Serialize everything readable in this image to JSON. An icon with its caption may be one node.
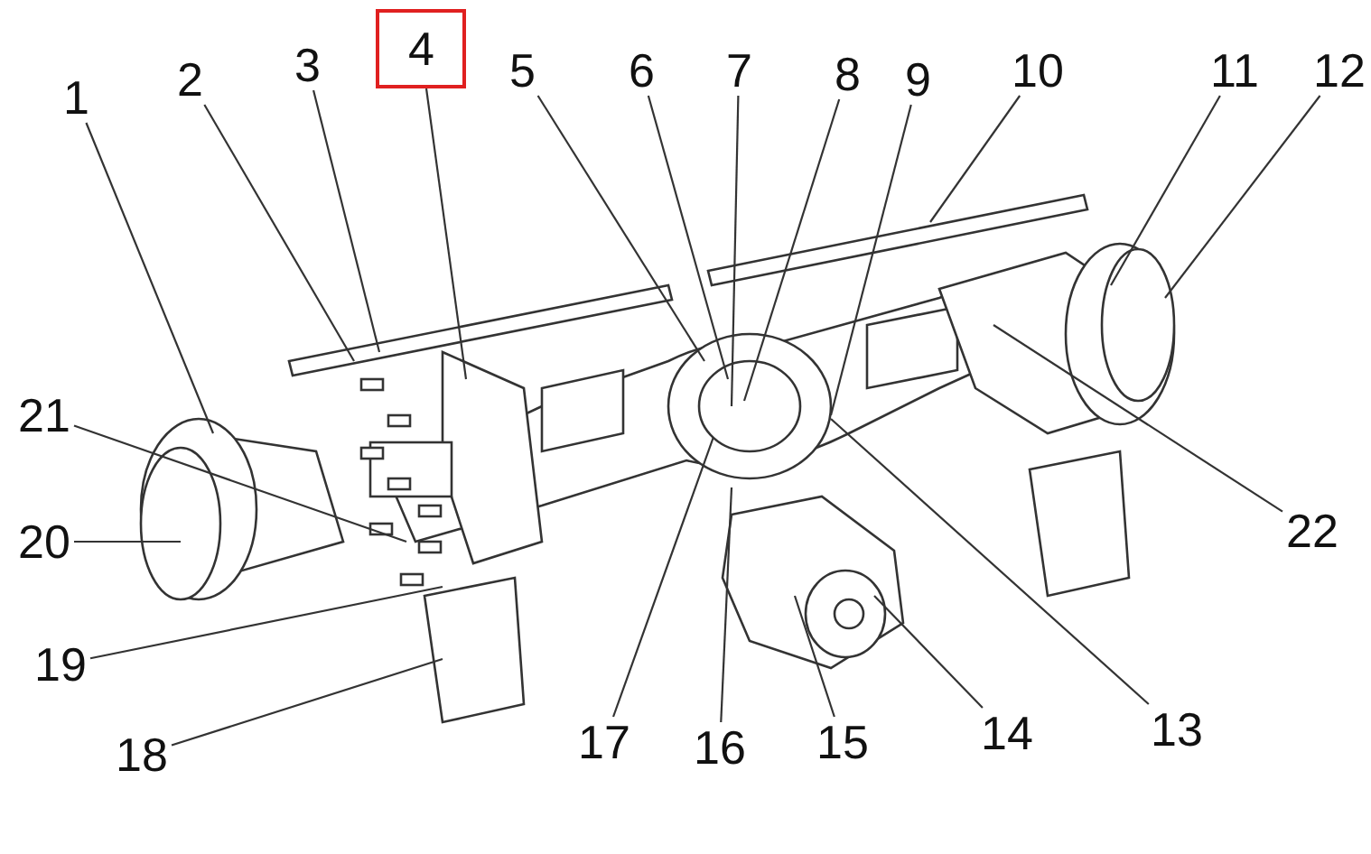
{
  "diagram": {
    "nodes": [
      {
        "text": [
          "1"
        ]
      },
      {
        "text": [
          "2"
        ]
      },
      {
        "text": [
          "3"
        ]
      },
      {
        "text": [
          "4"
        ]
      },
      {
        "text": [
          "5"
        ]
      },
      {
        "text": [
          "6"
        ]
      },
      {
        "text": [
          "7"
        ]
      },
      {
        "text": [
          "8"
        ]
      },
      {
        "text": [
          "9"
        ]
      },
      {
        "text": [
          "10"
        ]
      },
      {
        "text": [
          "11"
        ]
      },
      {
        "text": [
          "12"
        ]
      },
      {
        "text": [
          "13"
        ]
      },
      {
        "text": [
          "14"
        ]
      },
      {
        "text": [
          "15"
        ]
      },
      {
        "text": [
          "16"
        ]
      },
      {
        "text": [
          "17"
        ]
      },
      {
        "text": [
          "18"
        ]
      },
      {
        "text": [
          "19"
        ]
      },
      {
        "text": [
          "20"
        ]
      },
      {
        "text": [
          "21"
        ]
      },
      {
        "text": [
          "22"
        ]
      }
    ],
    "edges": [
      {
        "from": 0,
        "to": null,
        "arrow": "none"
      },
      {
        "from": 1,
        "to": null,
        "arrow": "none"
      },
      {
        "from": 2,
        "to": null,
        "arrow": "none"
      },
      {
        "from": 3,
        "to": null,
        "arrow": "none"
      },
      {
        "from": 4,
        "to": null,
        "arrow": "none"
      },
      {
        "from": 5,
        "to": null,
        "arrow": "none"
      },
      {
        "from": 6,
        "to": null,
        "arrow": "none"
      },
      {
        "from": 7,
        "to": null,
        "arrow": "none"
      },
      {
        "from": 8,
        "to": null,
        "arrow": "none"
      },
      {
        "from": 9,
        "to": null,
        "arrow": "none"
      },
      {
        "from": 10,
        "to": null,
        "arrow": "none"
      },
      {
        "from": 11,
        "to": null,
        "arrow": "none"
      },
      {
        "from": 12,
        "to": null,
        "arrow": "none"
      },
      {
        "from": 13,
        "to": null,
        "arrow": "none"
      },
      {
        "from": 14,
        "to": null,
        "arrow": "none"
      },
      {
        "from": 15,
        "to": null,
        "arrow": "none"
      },
      {
        "from": 16,
        "to": null,
        "arrow": "none"
      },
      {
        "from": 17,
        "to": null,
        "arrow": "none"
      },
      {
        "from": 18,
        "to": null,
        "arrow": "none"
      },
      {
        "from": 19,
        "to": null,
        "arrow": "none"
      },
      {
        "from": 20,
        "to": null,
        "arrow": "none"
      },
      {
        "from": 21,
        "to": null,
        "arrow": "none"
      }
    ]
  }
}
